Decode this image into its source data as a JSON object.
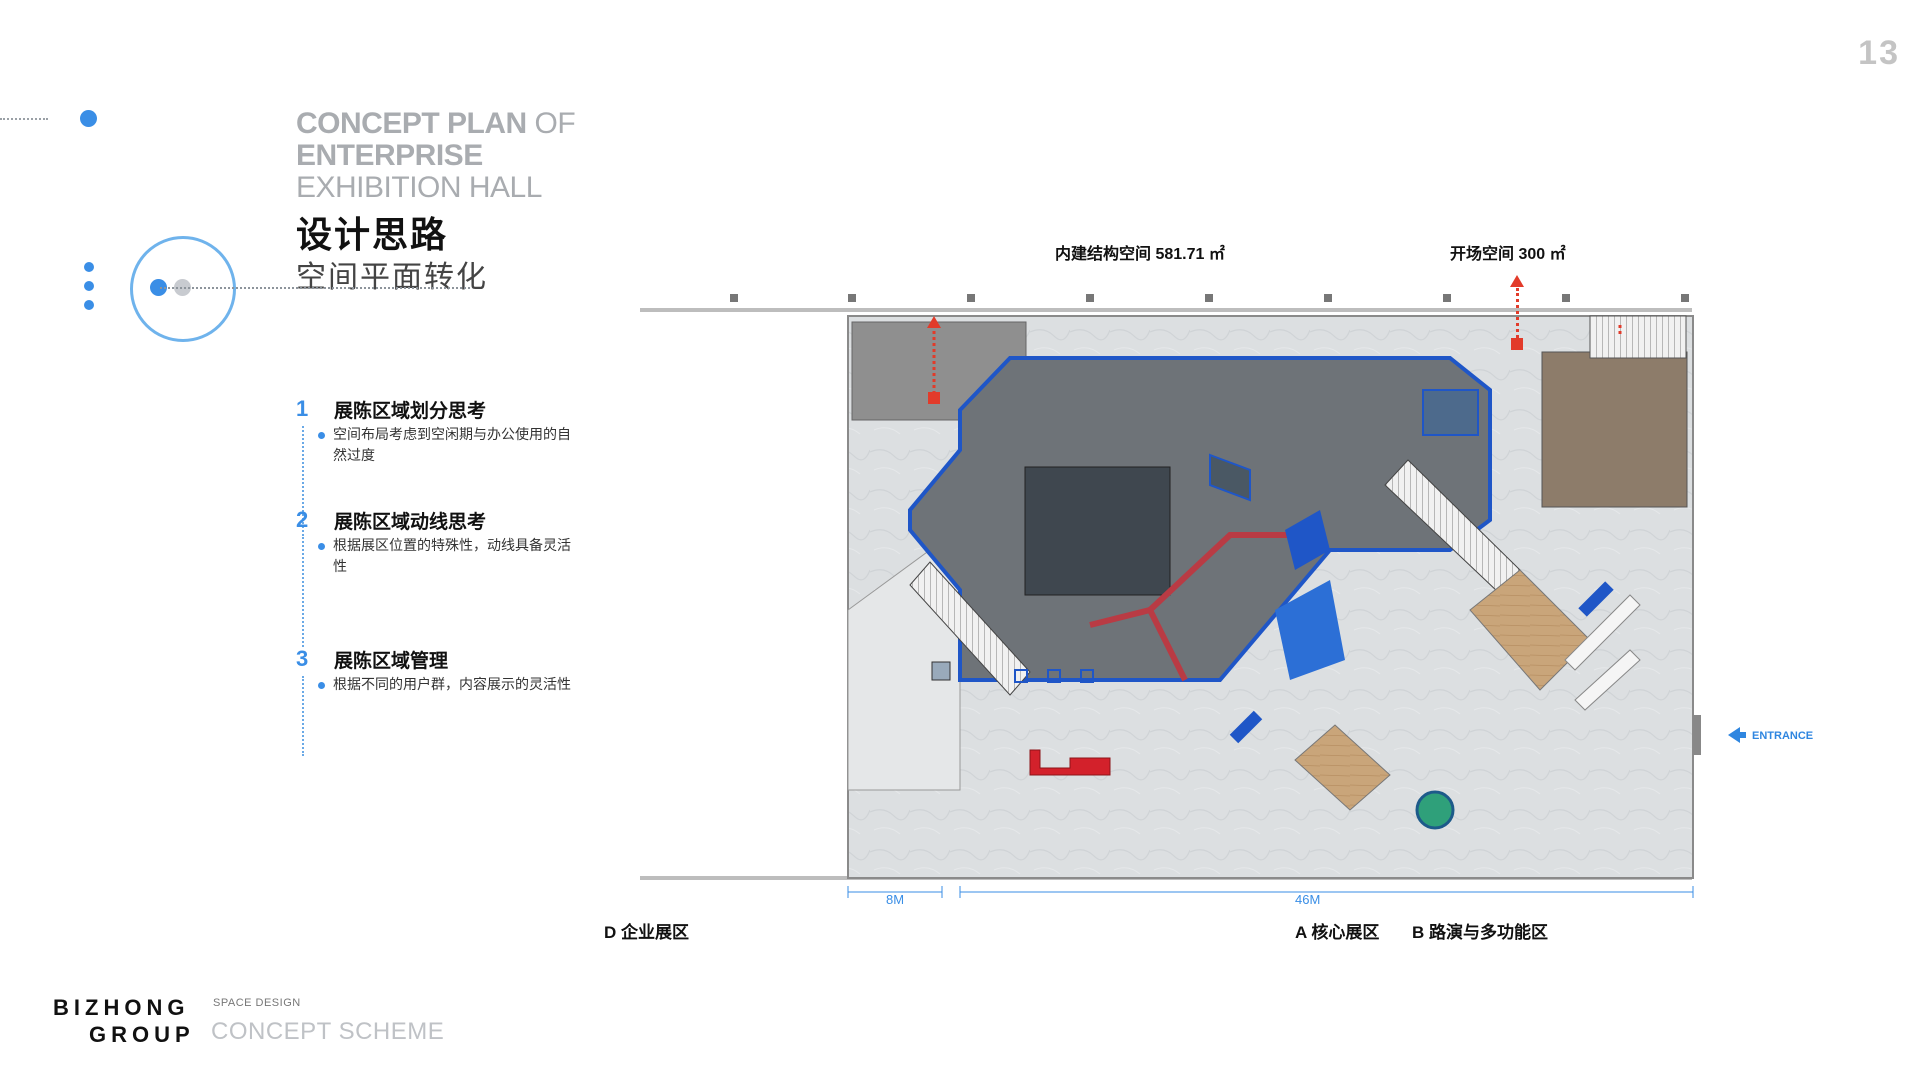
{
  "page": {
    "number": "13"
  },
  "title": {
    "en_bold": "CONCEPT PLAN",
    "en_light_suffix": " OF",
    "en_line2": "ENTERPRISE",
    "en_line3": "EXHIBITION HALL",
    "cn_title": "设计思路",
    "cn_subtitle": "空间平面转化"
  },
  "points": [
    {
      "num": "1",
      "heading": "展陈区域划分思考",
      "desc": "空间布局考虑到空闲期与办公使用的自然过度"
    },
    {
      "num": "2",
      "heading": "展陈区域动线思考",
      "desc": "根据展区位置的特殊性，动线具备灵活性"
    },
    {
      "num": "3",
      "heading": "展陈区域管理",
      "desc": "根据不同的用户群，内容展示的灵活性"
    }
  ],
  "plan": {
    "label_inner": "内建结构空间 581.71 ㎡",
    "label_open": "开场空间  300 ㎡",
    "entrance": "ENTRANCE",
    "dim_left": "8M",
    "dim_right": "46M",
    "colors": {
      "inner_core": "#6e7378",
      "blue_accent": "#1f56c7",
      "red_path": "#b93b44",
      "wood": "#c9a57a",
      "marker_red": "#e23b2a"
    }
  },
  "zones": {
    "d": "D 企业展区",
    "a": "A 核心展区",
    "b": "B 路演与多功能区"
  },
  "footer": {
    "logo_line1": "BIZHONG",
    "logo_line2": "GROUP",
    "tag": "SPACE DESIGN",
    "scheme": "CONCEPT SCHEME"
  }
}
